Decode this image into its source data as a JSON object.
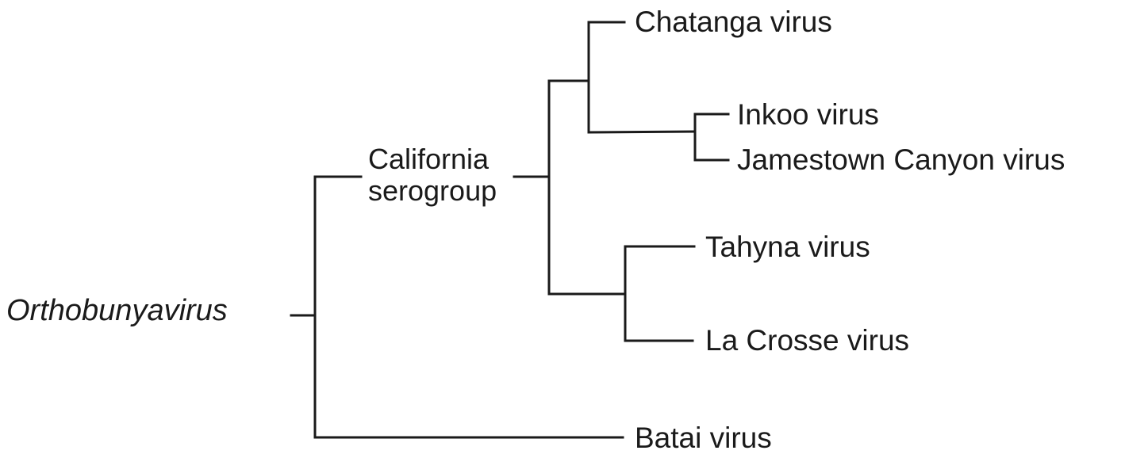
{
  "tree": {
    "root": "Orthobunyavirus",
    "group": {
      "line1": "California",
      "line2": "serogroup"
    },
    "leaves": {
      "chatanga": "Chatanga virus",
      "inkoo": "Inkoo virus",
      "jamestown": "Jamestown Canyon virus",
      "tahyna": "Tahyna virus",
      "lacrosse": "La Crosse virus",
      "batai": "Batai virus"
    }
  },
  "style": {
    "line_color": "#1a1a1a",
    "text_color": "#1a1a1a",
    "background": "#ffffff"
  }
}
